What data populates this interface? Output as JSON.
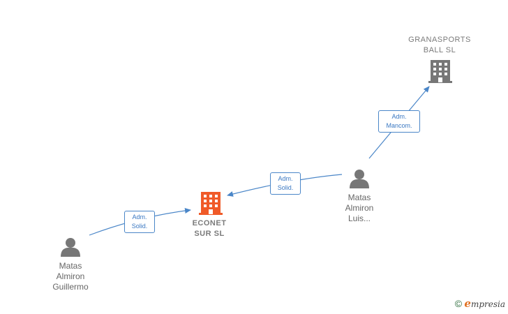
{
  "nodes": {
    "granasports": {
      "line1": "GRANASPORTS",
      "line2": "BALL  SL"
    },
    "econet": {
      "line1": "ECONET",
      "line2": "SUR  SL"
    },
    "matas_luis": {
      "line1": "Matas",
      "line2": "Almiron",
      "line3": "Luis..."
    },
    "matas_guillermo": {
      "line1": "Matas",
      "line2": "Almiron",
      "line3": "Guillermo"
    }
  },
  "edges": {
    "luis_to_granasports": {
      "line1": "Adm.",
      "line2": "Mancom."
    },
    "luis_to_econet": {
      "line1": "Adm.",
      "line2": "Solid."
    },
    "guillermo_to_econet": {
      "line1": "Adm.",
      "line2": "Solid."
    }
  },
  "colors": {
    "edge": "#4a86c8",
    "company_gray": "#777777",
    "company_main": "#f05a28",
    "person": "#777777"
  },
  "footer": {
    "copyright": "©",
    "brand_initial": "e",
    "brand_rest": "mpresia"
  }
}
